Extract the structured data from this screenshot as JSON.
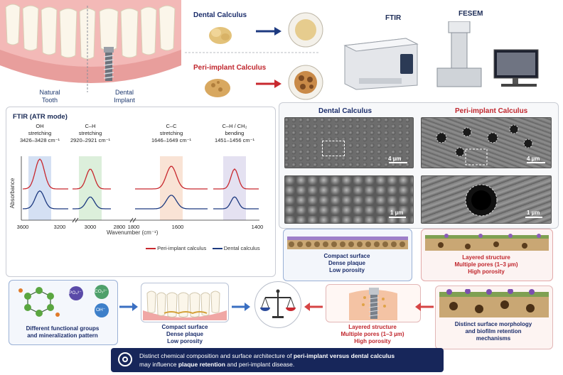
{
  "top": {
    "natural_tooth": "Natural\nTooth",
    "dental_implant": "Dental\nImplant",
    "dental_calculus": "Dental Calculus",
    "peri_calculus": "Peri-implant Calculus",
    "ftir": "FTIR",
    "fesem": "FESEM"
  },
  "ftir_panel": {
    "title": "FTIR (ATR mode)",
    "bands": [
      {
        "name": "OH",
        "mode": "stretching",
        "range": "3426–3428 cm⁻¹"
      },
      {
        "name": "C–H",
        "mode": "stretching",
        "range": "2920–2921 cm⁻¹"
      },
      {
        "name": "C–C",
        "mode": "stretching",
        "range": "1646–1649 cm⁻¹"
      },
      {
        "name": "C–H / CH₂",
        "mode": "bending",
        "range": "1451–1456 cm⁻¹"
      }
    ],
    "ylabel": "Absorbance",
    "xlabel": "Wavenumber (cm⁻¹)",
    "ticks": [
      "3600",
      "3200",
      "3000",
      "2800",
      "1800",
      "1600",
      "1400"
    ],
    "legend": {
      "red": "Peri-implant calculus",
      "blue": "Dental calculus"
    },
    "colors": {
      "red": "#c8282e",
      "blue": "#1d3a80"
    }
  },
  "sem_panel": {
    "dental_title": "Dental Calculus",
    "peri_title": "Peri-implant Calculus",
    "scale_4um": "4 µm",
    "scale_1um": "1 µm"
  },
  "mid_captions": {
    "dental": [
      "Compact surface",
      "Dense plaque",
      "Low porosity"
    ],
    "peri": [
      "Layered structure",
      "Multiple pores (1–3 µm)",
      "High porosity"
    ]
  },
  "bottom": {
    "functional": [
      "Different functional groups",
      "and mineralization pattern"
    ],
    "chem": [
      "PO₄³⁻",
      "CO₃²⁻",
      "OH⁻"
    ],
    "compact": [
      "Compact surface",
      "Dense plaque",
      "Low porosity"
    ],
    "layered": [
      "Layered structure",
      "Multiple pores (1–3 µm)",
      "High porosity"
    ],
    "morphology": [
      "Distinct surface morphology",
      "and biofilm retention",
      "mechanisms"
    ]
  },
  "banner": {
    "part1": "Distinct chemical composition and surface architecture of ",
    "bold1": "peri-implant versus dental calculus",
    "part2": "may influence ",
    "bold2": "plaque retention",
    "part3": " and peri-implant disease."
  }
}
